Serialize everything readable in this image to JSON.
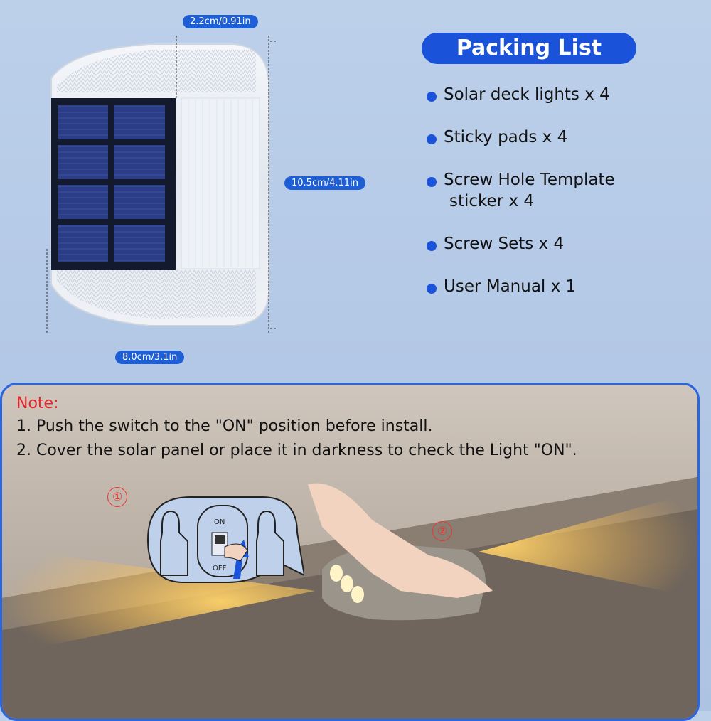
{
  "dimensions": {
    "depth": "2.2cm/0.91in",
    "height": "10.5cm/4.11in",
    "width": "8.0cm/3.1in"
  },
  "packing_list": {
    "title": "Packing List",
    "items": [
      {
        "label": "Solar deck lights x 4"
      },
      {
        "label": "Sticky pads x 4"
      },
      {
        "label": "Screw Hole Template",
        "label2": "sticker x 4"
      },
      {
        "label": "Screw Sets x 4"
      },
      {
        "label": "User Manual x 1"
      }
    ]
  },
  "note": {
    "title": "Note:",
    "lines": [
      "1. Push the switch to the \"ON\" position before install.",
      "2. Cover the solar panel or place it in darkness to check the Light \"ON\"."
    ]
  },
  "steps": [
    "①",
    "②"
  ],
  "switch": {
    "on_label": "ON",
    "off_label": "OFF"
  },
  "colors": {
    "accent": "#1a52d9",
    "note_red": "#e4262a",
    "warm_light": "#ffc34a"
  }
}
